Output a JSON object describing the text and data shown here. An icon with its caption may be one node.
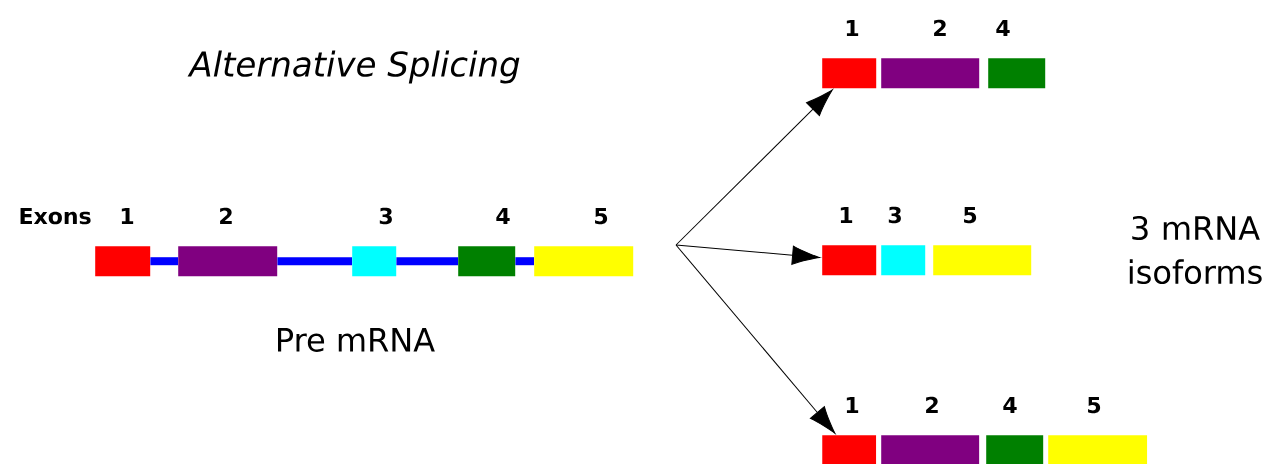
{
  "diagram": {
    "title": "Alternative Splicing",
    "nodes": [
      {
        "text": [
          "1"
        ]
      },
      {
        "text": [
          "2"
        ]
      },
      {
        "text": [
          "3"
        ]
      },
      {
        "text": [
          "4"
        ]
      },
      {
        "text": [
          "5"
        ]
      },
      {
        "text": [
          "1"
        ]
      },
      {
        "text": [
          "2"
        ]
      },
      {
        "text": [
          "4"
        ]
      },
      {
        "text": [
          "1"
        ]
      },
      {
        "text": [
          "3"
        ]
      },
      {
        "text": [
          "5"
        ]
      },
      {
        "text": [
          "1"
        ]
      },
      {
        "text": [
          "2"
        ]
      },
      {
        "text": [
          "4"
        ]
      },
      {
        "text": [
          "5"
        ]
      }
    ],
    "edges": [
      {
        "from": 0,
        "to": 1,
        "arrow": "none",
        "color": "#0000ff"
      },
      {
        "from": 1,
        "to": 2,
        "arrow": "none",
        "color": "#0000ff"
      },
      {
        "from": 2,
        "to": 3,
        "arrow": "none",
        "color": "#0000ff"
      },
      {
        "from": 3,
        "to": 4,
        "arrow": "none",
        "color": "#0000ff"
      },
      {
        "from": null,
        "to": 5,
        "arrow": "to",
        "color": "#000000"
      },
      {
        "from": null,
        "to": 8,
        "arrow": "to",
        "color": "#000000"
      },
      {
        "from": null,
        "to": 11,
        "arrow": "to",
        "color": "#000000"
      }
    ],
    "labels": [
      "Exons",
      "Pre mRNA",
      "3 mRNA isoforms"
    ]
  }
}
